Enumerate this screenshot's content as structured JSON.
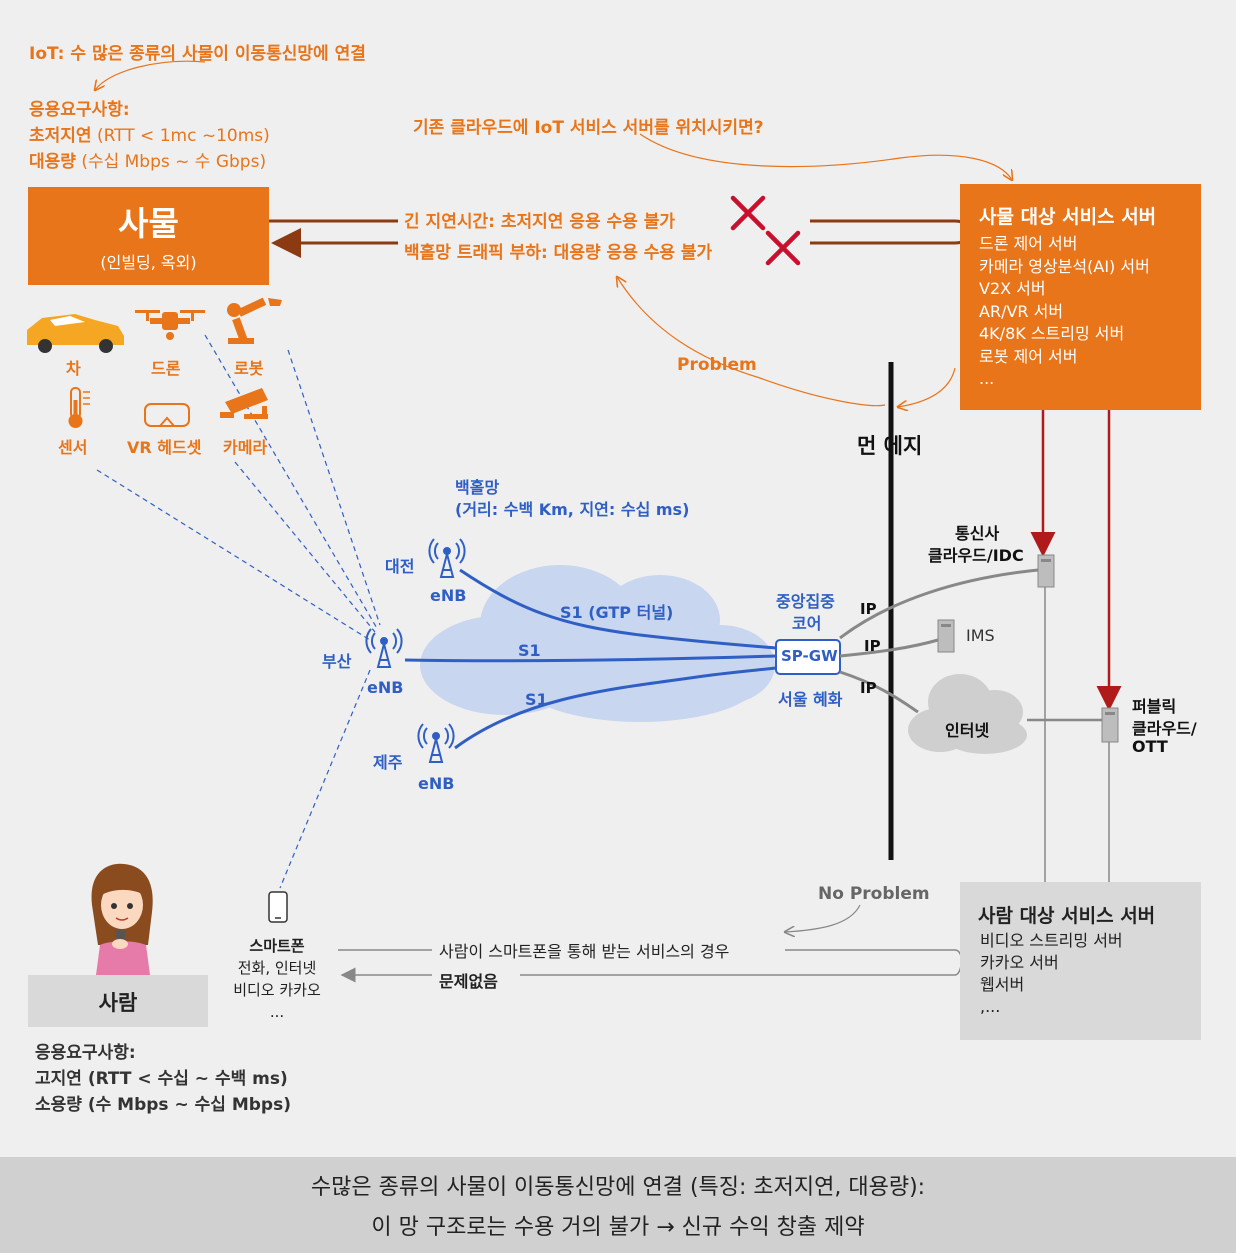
{
  "top": {
    "iot_line": "IoT: 수 많은 종류의 사물이 이동통신망에 연결",
    "req_title": "응용요구사항:",
    "req_latency_bold": "초저지연",
    "req_latency_rest": " (RTT < 1mc ~10ms)",
    "req_capacity_bold": "대용량",
    "req_capacity_rest": " (수십 Mbps ~ 수 Gbps)",
    "question": "기존 클라우드에 IoT 서비스 서버를 위치시키면?"
  },
  "things_box": {
    "title": "사물",
    "subtitle": "(인빌딩, 옥외)"
  },
  "things_icons": [
    "차",
    "드론",
    "로봇",
    "센서",
    "VR 헤드셋",
    "카메라"
  ],
  "problems": {
    "latency": "긴 지연시간: 초저지연 응용 수용 불가",
    "backhaul": "백홀망 트래픽 부하: 대용량 응용 수용 불가",
    "problem_label": "Problem",
    "no_problem_label": "No Problem"
  },
  "iot_server": {
    "title": "사물 대상 서비스 서버",
    "items": [
      "드론 제어 서버",
      "카메라 영상분석(AI) 서버",
      "V2X 서버",
      "AR/VR 서버",
      "4K/8K 스트리밍 서버",
      "로봇 제어 서버",
      "..."
    ]
  },
  "network": {
    "far_edge": "먼 에지",
    "backhaul_title": "백홀망",
    "backhaul_detail": "(거리: 수백 Km, 지연: 수십 ms)",
    "daejeon": "대전",
    "busan": "부산",
    "jeju": "제주",
    "enb": "eNB",
    "s1_gtp": "S1 (GTP 터널)",
    "s1": "S1",
    "core_line1": "중앙집중",
    "core_line2": "코어",
    "spgw": "SP-GW",
    "hyehwa": "서울 혜화",
    "ip": "IP",
    "ims": "IMS",
    "internet": "인터넷",
    "telco_cloud_line1": "통신사",
    "telco_cloud_line2": "클라우드/IDC",
    "public_cloud_line1": "퍼블릭",
    "public_cloud_line2": "클라우드/",
    "public_cloud_line3": "OTT"
  },
  "human": {
    "label": "사람",
    "smartphone_title": "스마트폰",
    "smartphone_line1": "전화, 인터넷",
    "smartphone_line2": "비디오 카카오",
    "smartphone_line3": "...",
    "service_note": "사람이 스마트폰을 통해 받는 서비스의 경우",
    "no_issue": "문제없음",
    "req_title": "응용요구사항:",
    "req_latency": "고지연 (RTT < 수십 ~ 수백 ms)",
    "req_capacity": "소용량 (수 Mbps ~ 수십 Mbps)"
  },
  "human_server": {
    "title": "사람 대상 서비스 서버",
    "items": [
      "비디오 스트리밍 서버",
      "카카오 서버",
      "웹서버",
      ",..."
    ]
  },
  "footer": {
    "line1": "수많은 종류의 사물이 이동통신망에 연결 (특징: 초저지연, 대용량):",
    "line2": "이 망 구조로는 수용 거의 불가 → 신규 수익 창출 제약"
  },
  "colors": {
    "accent": "#e8751a",
    "network_blue": "#2f5fc4",
    "cross_red": "#c8102e",
    "arrow_red": "#b11a1a"
  }
}
